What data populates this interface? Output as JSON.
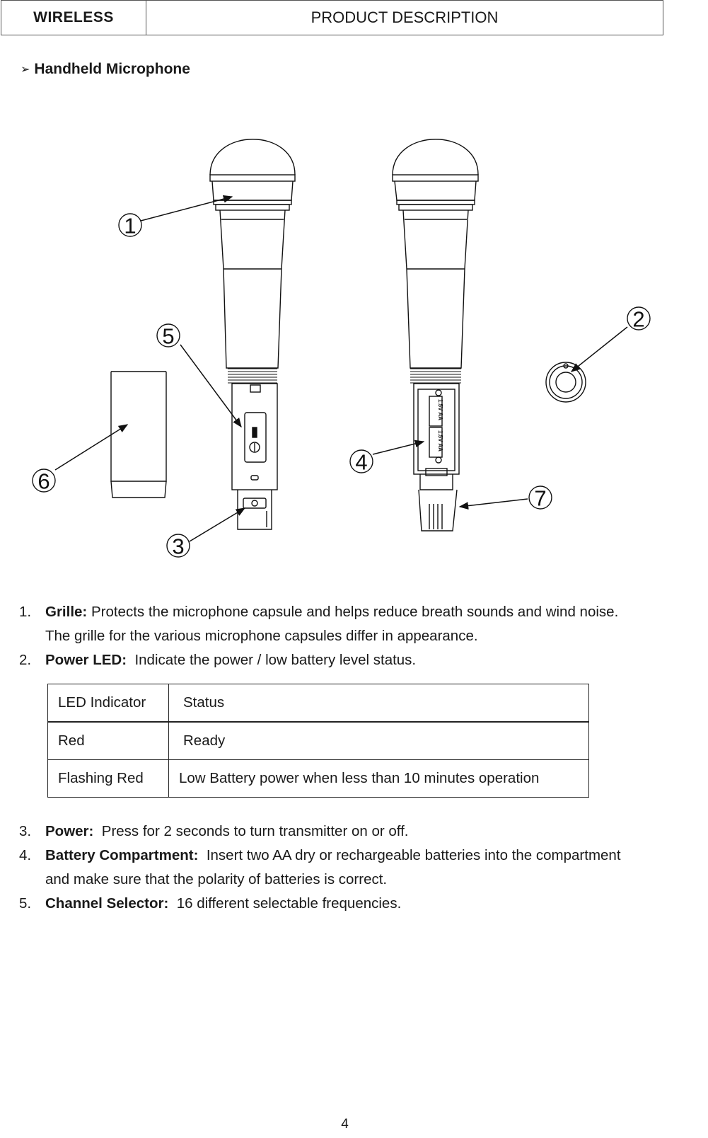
{
  "header": {
    "left": "WIRELESS",
    "right": "PRODUCT DESCRIPTION"
  },
  "section": {
    "bullet": "➢",
    "title": "Handheld Microphone"
  },
  "callouts": [
    "1",
    "2",
    "3",
    "4",
    "5",
    "6",
    "7"
  ],
  "battery_label": "1.5V AA",
  "items": [
    {
      "num": "1.",
      "label": "Grille:",
      "text": "Protects the microphone capsule and helps reduce breath sounds and wind noise.",
      "text2": "The grille for the various microphone capsules differ in appearance."
    },
    {
      "num": "2.",
      "label": "Power LED:",
      "text": "Indicate the power / low battery level status."
    },
    {
      "num": "3.",
      "label": "Power:",
      "text": "Press for 2 seconds to turn transmitter on or off."
    },
    {
      "num": "4.",
      "label": "Battery Compartment:",
      "text": "Insert two AA dry or rechargeable batteries into the compartment",
      "text2": "and make sure that the polarity of batteries is correct."
    },
    {
      "num": "5.",
      "label": "Channel Selector:",
      "text": "16 different selectable frequencies."
    }
  ],
  "led_table": {
    "headers": [
      "LED Indicator",
      "Status"
    ],
    "rows": [
      [
        "Red",
        "Ready"
      ],
      [
        "Flashing Red",
        "Low Battery power when less than 10 minutes operation"
      ]
    ]
  },
  "page_number": "4"
}
